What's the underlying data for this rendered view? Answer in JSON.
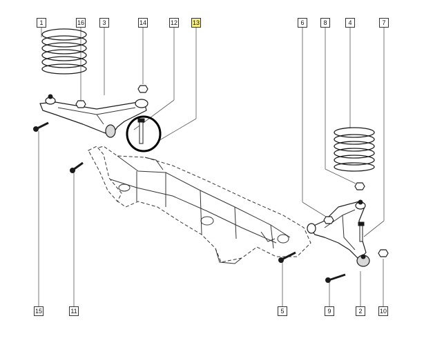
{
  "callouts": {
    "c1": "1",
    "c16": "16",
    "c3": "3",
    "c14": "14",
    "c12": "12",
    "c13": "13",
    "c6": "6",
    "c8": "8",
    "c4": "4",
    "c7": "7",
    "c15": "15",
    "c11": "11",
    "c5": "5",
    "c9": "9",
    "c2": "2",
    "c10": "10"
  },
  "highlight_color": "#f7ee84",
  "highlighted_callout": "13"
}
